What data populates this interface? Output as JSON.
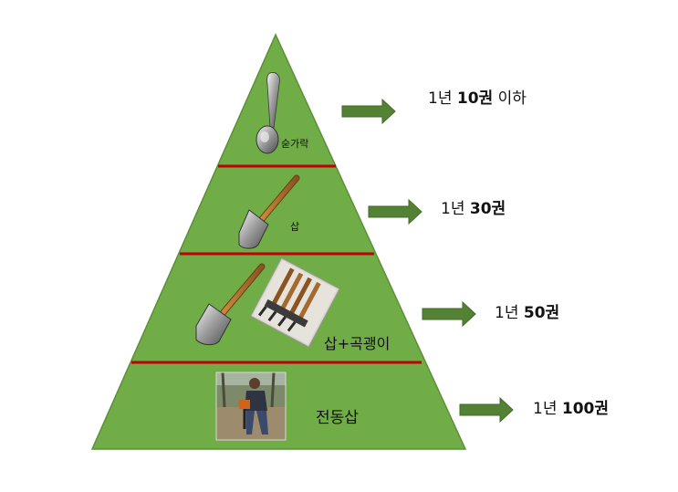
{
  "colors": {
    "pyramid": "#70ad47",
    "pyramid_border": "#5c8f3a",
    "divider": "#c00000",
    "arrow": "#548235"
  },
  "tiers": [
    {
      "tool_label": "숟가락",
      "icon": "spoon-icon",
      "rate_prefix": "1년 ",
      "rate_bold": "10권",
      "rate_suffix": " 이하"
    },
    {
      "tool_label": "삽",
      "icon": "shovel-icon",
      "rate_prefix": "1년 ",
      "rate_bold": "30권",
      "rate_suffix": ""
    },
    {
      "tool_label": "삽+곡괭이",
      "icon": "shovel-and-pickaxe-icon",
      "rate_prefix": "1년 ",
      "rate_bold": "50권",
      "rate_suffix": ""
    },
    {
      "tool_label": "전동삽",
      "icon": "power-auger-photo",
      "rate_prefix": "1년 ",
      "rate_bold": "100권",
      "rate_suffix": ""
    }
  ]
}
